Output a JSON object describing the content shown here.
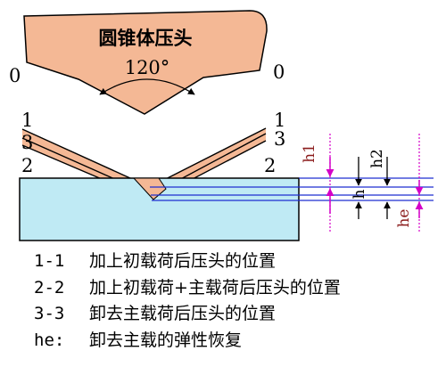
{
  "indenter": {
    "title": "圆锥体压头",
    "angle": "120°"
  },
  "reference_labels": {
    "zero_left": "0",
    "zero_right": "0",
    "one_left": "1",
    "one_right": "1",
    "three_left": "3",
    "three_right": "3",
    "two_left": "2",
    "two_right": "2"
  },
  "dimension_labels": {
    "h1": "h1",
    "h2": "h2",
    "h": "h",
    "he": "he"
  },
  "legend": [
    {
      "code": "1-1",
      "text": "加上初载荷后压头的位置"
    },
    {
      "code": "2-2",
      "text": "加上初载荷+主载荷后压头的位置"
    },
    {
      "code": "3-3",
      "text": "卸去主载荷后压头的位置"
    },
    {
      "code": "he:",
      "text": "卸去主载的弹性恢复"
    }
  ],
  "colors": {
    "indenter_fill": "#f4b895",
    "specimen_fill": "#bfeaf4",
    "outline": "#000000",
    "guide_blue": "#1f2fd0",
    "arrow_magenta": "#d400c8",
    "dim_red": "#8a1a1a"
  }
}
